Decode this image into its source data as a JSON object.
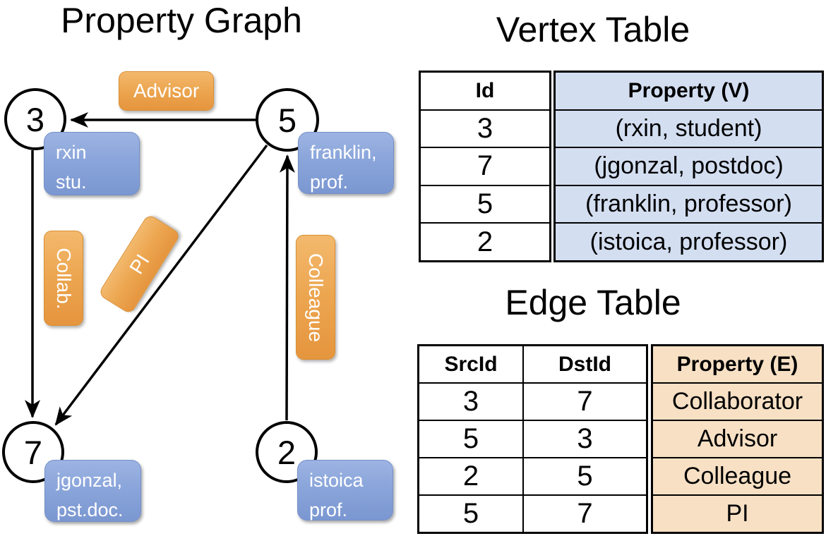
{
  "graph": {
    "title": "Property Graph",
    "nodes": [
      {
        "id": "3",
        "property_line1": "rxin",
        "property_line2": "stu."
      },
      {
        "id": "5",
        "property_line1": "franklin,",
        "property_line2": "prof."
      },
      {
        "id": "7",
        "property_line1": "jgonzal,",
        "property_line2": "pst.doc."
      },
      {
        "id": "2",
        "property_line1": "istoica",
        "property_line2": "prof."
      }
    ],
    "edge_labels": {
      "advisor": "Advisor",
      "collab": "Collab.",
      "pi": "PI",
      "colleague": "Colleague"
    },
    "edges": [
      {
        "src": "5",
        "dst": "3",
        "label": "Advisor"
      },
      {
        "src": "3",
        "dst": "7",
        "label": "Collab."
      },
      {
        "src": "5",
        "dst": "7",
        "label": "PI"
      },
      {
        "src": "2",
        "dst": "5",
        "label": "Colleague"
      }
    ]
  },
  "vertex_table": {
    "title": "Vertex Table",
    "id_header": "Id",
    "property_header": "Property (V)",
    "rows": [
      {
        "id": "3",
        "property": "(rxin, student)"
      },
      {
        "id": "7",
        "property": "(jgonzal, postdoc)"
      },
      {
        "id": "5",
        "property": "(franklin, professor)"
      },
      {
        "id": "2",
        "property": "(istoica, professor)"
      }
    ]
  },
  "edge_table": {
    "title": "Edge Table",
    "src_header": "SrcId",
    "dst_header": "DstId",
    "property_header": "Property (E)",
    "rows": [
      {
        "src": "3",
        "dst": "7",
        "property": "Collaborator"
      },
      {
        "src": "5",
        "dst": "3",
        "property": "Advisor"
      },
      {
        "src": "2",
        "dst": "5",
        "property": "Colleague"
      },
      {
        "src": "5",
        "dst": "7",
        "property": "PI"
      }
    ]
  },
  "colors": {
    "edge_label_orange": "#ECA54F",
    "vertex_box_blue": "#8AA5DA",
    "vertex_property_fill": "#D3DEF1",
    "edge_property_fill": "#F7E0C4",
    "line_black": "#000000"
  }
}
